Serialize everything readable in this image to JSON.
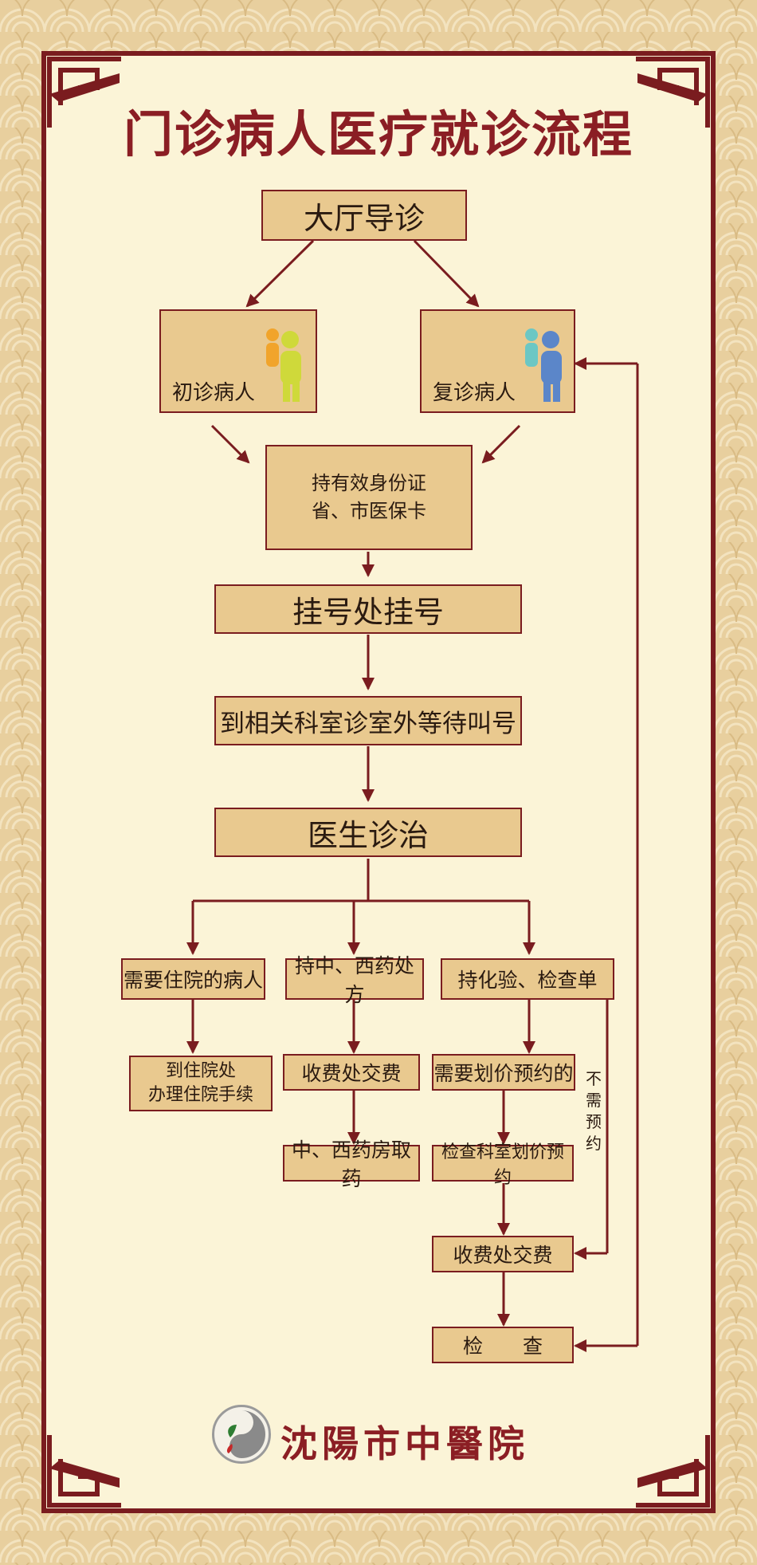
{
  "title": "门诊病人医疗就诊流程",
  "colors": {
    "border": "#7a1c1f",
    "box_fill": "#e9c98f",
    "paper": "#fbf4d7",
    "title": "#8b1e24",
    "background": "#e8cf9e"
  },
  "steps": {
    "lobby": "大厅导诊",
    "first_visit": "初诊病人",
    "return_visit": "复诊病人",
    "id_card_line1": "持有效身份证",
    "id_card_line2": "省、市医保卡",
    "registration": "挂号处挂号",
    "waiting": "到相关科室诊室外等待叫号",
    "diagnosis": "医生诊治"
  },
  "branches": {
    "inpatient": "需要住院的病人",
    "inpatient_next_line1": "到住院处",
    "inpatient_next_line2": "办理住院手续",
    "prescription": "持中、西药处方",
    "prescription_pay": "收费处交费",
    "prescription_pickup": "中、西药房取药",
    "lab": "持化验、检查单",
    "need_appointment": "需要划价预约的",
    "dept_appointment": "检查科室划价预约",
    "lab_pay": "收费处交费",
    "exam": "检　　查",
    "no_appointment": [
      "不",
      "需",
      "预",
      "约"
    ]
  },
  "footer": {
    "hospital_name": "沈陽市中醫院"
  },
  "icons": {
    "first_visit": "single-patient-icon",
    "return_visit": "patient-with-companion-icon",
    "logo": "hospital-taiji-logo-icon"
  }
}
